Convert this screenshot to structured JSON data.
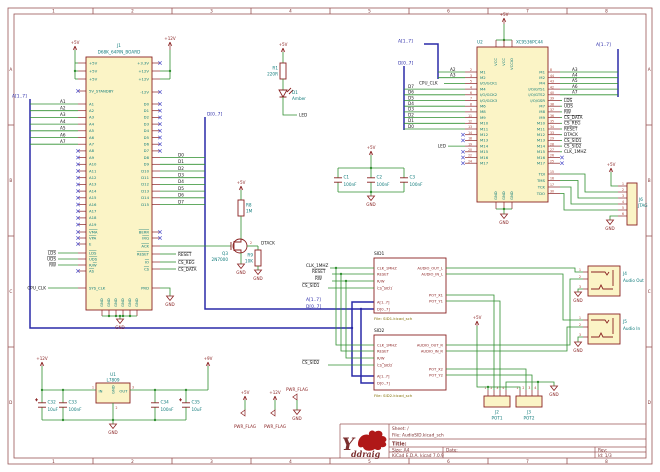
{
  "frame": {
    "columns": [
      "1",
      "2",
      "3",
      "4",
      "5",
      "6",
      "7",
      "8"
    ],
    "rows": [
      "A",
      "B",
      "C",
      "D"
    ]
  },
  "title_block": {
    "sheet": "Sheet: /",
    "file": "File: AudioSID.kicad_sch",
    "title": "Title:",
    "size": "Size: A4",
    "date": "Date:",
    "rev": "Rev:",
    "tool": "KiCad E.D.A.  kicad 7.0.9",
    "id": "Id: 1/3",
    "logo_y": "Y",
    "logo_name": "ddraig"
  },
  "j1": {
    "ref": "J1",
    "value": "D68K_64PIN_BOARD",
    "left_names": [
      "+5V",
      "+5V",
      "+5V",
      "5V_STANDBY",
      "A1",
      "A2",
      "A3",
      "A4",
      "A5",
      "A6",
      "A7",
      "A8",
      "A9",
      "A10",
      "A11",
      "A12",
      "A13",
      "A14",
      "A15",
      "A16",
      "A17",
      "A18",
      "A19",
      "~VMA",
      "~VPA",
      "E",
      "~LDS",
      "~UDS",
      "R/~W",
      "~AS",
      "SYS_CLK"
    ],
    "right_names": [
      "+3.3V",
      "+12V",
      "+12V",
      "-12V",
      "D0",
      "D1",
      "D2",
      "D3",
      "D4",
      "D5",
      "D6",
      "D7",
      "D8",
      "D9",
      "D10",
      "D11",
      "D12",
      "D13",
      "D14",
      "D15",
      "~BERR",
      "~IRQ",
      "~ACK",
      "~RESET",
      "~IO",
      "~CS",
      "PRD"
    ],
    "bottom_name": "GND"
  },
  "u2": {
    "ref": "U2",
    "value": "XC9536PC44",
    "left_pins": [
      {
        "name": "M1",
        "num": "2"
      },
      {
        "name": "M2",
        "num": "3"
      },
      {
        "name": "I/O/GCK1",
        "num": "5"
      },
      {
        "name": "M4",
        "num": "4"
      },
      {
        "name": "I/O/GCK2",
        "num": "6"
      },
      {
        "name": "I/O/GCK3",
        "num": "7"
      },
      {
        "name": "M6",
        "num": "8"
      },
      {
        "name": "M8",
        "num": "9"
      },
      {
        "name": "M9",
        "num": "11"
      },
      {
        "name": "M10",
        "num": "12"
      },
      {
        "name": "M11",
        "num": "13"
      },
      {
        "name": "M12",
        "num": "14"
      },
      {
        "name": "M13",
        "num": "18"
      },
      {
        "name": "M14",
        "num": "19"
      },
      {
        "name": "M15",
        "num": "20"
      },
      {
        "name": "M16",
        "num": "22"
      },
      {
        "name": "M17",
        "num": "24"
      }
    ],
    "right_pins": [
      {
        "name": "M1",
        "num": "8"
      },
      {
        "name": "M2",
        "num": "44"
      },
      {
        "name": "M4",
        "num": "43"
      },
      {
        "name": "I/O/GTS1",
        "num": "42"
      },
      {
        "name": "I/O/GTS2",
        "num": "40"
      },
      {
        "name": "I/O/GSR",
        "num": "39"
      },
      {
        "name": "M7",
        "num": "38"
      },
      {
        "name": "M8",
        "num": "37"
      },
      {
        "name": "M9",
        "num": "36"
      },
      {
        "name": "M10",
        "num": "35"
      },
      {
        "name": "M11",
        "num": "34"
      },
      {
        "name": "M12",
        "num": "33"
      },
      {
        "name": "M13",
        "num": "29"
      },
      {
        "name": "M14",
        "num": "28"
      },
      {
        "name": "M15",
        "num": "27"
      },
      {
        "name": "M16",
        "num": "26"
      },
      {
        "name": "M17",
        "num": "25"
      }
    ],
    "jtag_pins": [
      {
        "name": "TDI",
        "num": "15"
      },
      {
        "name": "TMS",
        "num": "16"
      },
      {
        "name": "TCK",
        "num": "17"
      },
      {
        "name": "TDO",
        "num": "30"
      }
    ],
    "top_pins": [
      "VCC",
      "VCC",
      "VCCIO"
    ],
    "bottom_pins": [
      "GND",
      "GND",
      "GND"
    ]
  },
  "u1": {
    "ref": "U1",
    "value": "L7809",
    "pin_in": "IN",
    "pin_out": "OUT",
    "pin_gnd": "GND",
    "num_in": "1",
    "num_gnd": "2",
    "num_out": "3"
  },
  "q3": {
    "ref": "Q3",
    "value": "2N7000",
    "drain_num": "2"
  },
  "resistors": {
    "r1": {
      "ref": "R1",
      "value": "220R"
    },
    "r8": {
      "ref": "R8",
      "value": "1M"
    },
    "r9": {
      "ref": "R9",
      "value": "10K"
    }
  },
  "capacitors": {
    "c1": {
      "ref": "C1",
      "value": "100nF"
    },
    "c2": {
      "ref": "C2",
      "value": "100nF"
    },
    "c3": {
      "ref": "C3",
      "value": "100nF"
    },
    "c32": {
      "ref": "C32",
      "value": "10uF"
    },
    "c33": {
      "ref": "C33",
      "value": "100nF"
    },
    "c34": {
      "ref": "C34",
      "value": "100nF"
    },
    "c35": {
      "ref": "C35",
      "value": "10uF"
    }
  },
  "d1": {
    "ref": "D1",
    "value": "Amber"
  },
  "connectors": {
    "j2": {
      "ref": "J2",
      "value": "POT1",
      "pins": [
        "1",
        "2",
        "3",
        "4"
      ]
    },
    "j3": {
      "ref": "J3",
      "value": "POT2",
      "pins": [
        "1",
        "2",
        "3",
        "4"
      ]
    },
    "j4": {
      "ref": "J4",
      "value": "Audio Out",
      "pins": [
        "1",
        "2",
        "3"
      ]
    },
    "j5": {
      "ref": "J5",
      "value": "Audio In",
      "pins": [
        "1",
        "2",
        "3"
      ]
    },
    "j6": {
      "ref": "J6",
      "value": "JTAG",
      "pins": [
        "1",
        "2",
        "3",
        "4",
        "5",
        "6"
      ]
    }
  },
  "sheets": {
    "sid1": {
      "name": "SID1",
      "file": "File: SID1.kicad_sch",
      "left_pins": [
        "CLK_1MHZ",
        "~RESET",
        "R/~W",
        "~CS_SID1",
        "A[1..7]",
        "D[0..7]"
      ],
      "right_pins": [
        "AUDIO_OUT_L",
        "AUDIO_IN_L",
        "POT_X1",
        "POT_Y1"
      ]
    },
    "sid2": {
      "name": "SID2",
      "file": "File: SID2.kicad_sch",
      "left_pins": [
        "CLK_1MHZ",
        "~RESET",
        "R/~W",
        "~CS_SID2",
        "A[1..7]",
        "D[0..7]"
      ],
      "right_pins": [
        "AUDIO_OUT_R",
        "AUDIO_IN_R",
        "POT_X2",
        "POT_Y2"
      ]
    }
  },
  "labels": {
    "a_bus": "A[1..7]",
    "d_bus": "D[0..7]",
    "a_low": [
      "A1",
      "A2",
      "A3",
      "A4",
      "A5",
      "A6",
      "A7"
    ],
    "d_low": [
      "D0",
      "D1",
      "D2",
      "D3",
      "D4",
      "D5",
      "D6",
      "D7"
    ],
    "a_hi": [
      "A3",
      "A4",
      "A5",
      "A6",
      "A7"
    ],
    "d_u2": [
      "D7",
      "D6",
      "D5",
      "D4",
      "D3",
      "D2",
      "D1",
      "D0"
    ],
    "cpu_clk": "CPU_CLK",
    "a2": "A2",
    "a3": "A3",
    "lds": "~LDS",
    "uds": "~UDS",
    "rw": "~RW",
    "cs_data": "~CS_DATA",
    "cs_reg": "~CS_REG",
    "reset": "~RESET",
    "dtack": "DTACK",
    "cs_sid1": "~CS_SID1",
    "cs_sid2": "~CS_SID2",
    "clk_1mhz": "CLK_1MHZ",
    "led": "LED"
  },
  "power": {
    "v5": "+5V",
    "v12": "+12V",
    "v9": "+9V",
    "flag": "PWR_FLAG",
    "gnd": "GND"
  },
  "colors": {
    "wire": "#2f8f2f",
    "bus": "#2a2aa8",
    "outline": "#8a2222",
    "fill": "#fbf4c6",
    "frame": "#9a5656",
    "logo_red": "#b01818"
  }
}
